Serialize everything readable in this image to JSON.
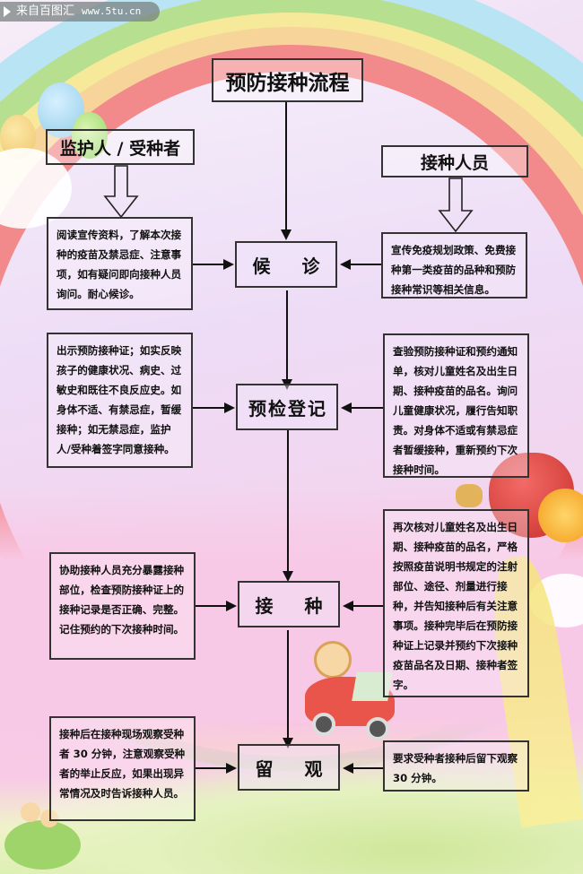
{
  "watermark": {
    "label": "来自百图汇",
    "url": "www.5tu.cn",
    "icon": "play-triangle-icon"
  },
  "diagram": {
    "title": "预防接种流程",
    "actors": {
      "left": "监护人 / 受种者",
      "right": "接种人员"
    },
    "steps": [
      {
        "label": "候 诊",
        "left_text": "阅读宣传资料，了解本次接种的疫苗及禁忌症、注意事项，如有疑问即向接种人员询问。耐心候诊。",
        "right_text": "宣传免疫规划政策、免费接种第一类疫苗的品种和预防接种常识等相关信息。"
      },
      {
        "label": "预检登记",
        "left_text": "出示预防接种证；如实反映孩子的健康状况、病史、过敏史和既往不良反应史。如身体不适、有禁忌症，暂缓接种；如无禁忌症，监护人/受种着签字同意接种。",
        "right_text": "查验预防接种证和预约通知单，核对儿童姓名及出生日期、接种疫苗的品名。询问儿童健康状况，履行告知职责。对身体不适或有禁忌症者暂缓接种，重新预约下次接种时间。"
      },
      {
        "label": "接 种",
        "left_text": "协助接种人员充分暴露接种部位，检查预防接种证上的接种记录是否正确、完整。记住预约的下次接种时间。",
        "right_text": "再次核对儿童姓名及出生日期、接种疫苗的品名，严格按照疫苗说明书规定的注射部位、途径、剂量进行接种，并告知接种后有关注意事项。接种完毕后在预防接种证上记录并预约下次接种疫苗品名及日期、接种者签字。"
      },
      {
        "label": "留 观",
        "left_text": "接种后在接种现场观察受种者 30 分钟，注意观察受种者的举止反应，如果出现异常情况及时告诉接种人员。",
        "right_text": "要求受种者接种后留下观察 30 分钟。"
      }
    ]
  },
  "colors": {
    "line": "#111111",
    "rainbow": [
      "#b9e4f4",
      "#b6e08f",
      "#f6ea9a",
      "#f7d49a",
      "#f2898a"
    ],
    "background_pink": "#f8c9e6"
  }
}
